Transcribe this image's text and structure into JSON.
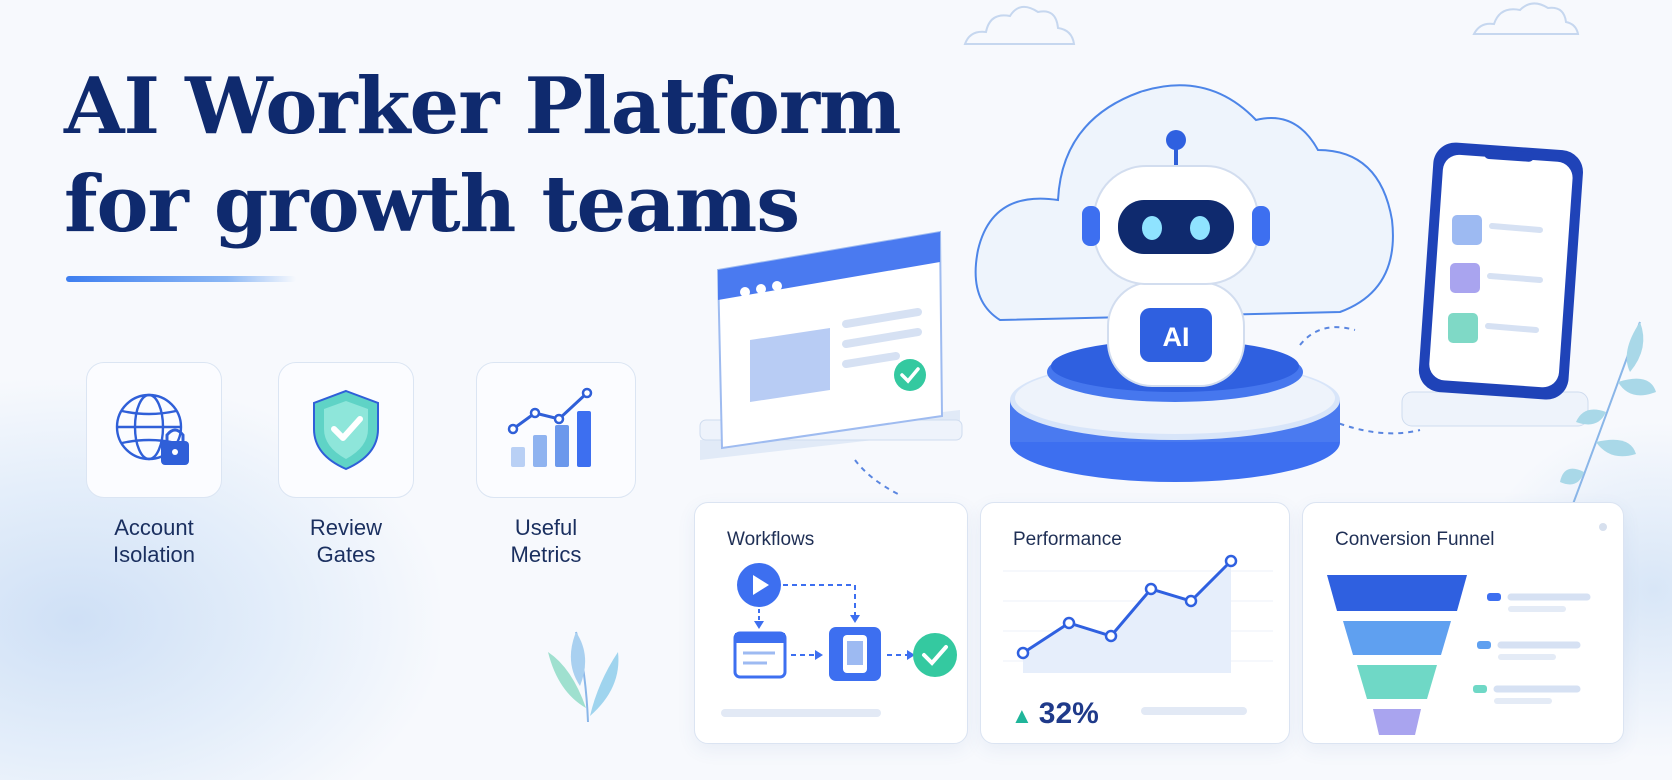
{
  "hero": {
    "title_line1": "AI Worker Platform",
    "title_line2": "for growth teams"
  },
  "features": [
    {
      "label_line1": "Account",
      "label_line2": "Isolation",
      "icon": "globe-lock-icon"
    },
    {
      "label_line1": "Review",
      "label_line2": "Gates",
      "icon": "shield-check-icon"
    },
    {
      "label_line1": "Useful",
      "label_line2": "Metrics",
      "icon": "bar-chart-icon"
    }
  ],
  "robot": {
    "badge": "AI"
  },
  "cards": {
    "workflows": {
      "title": "Workflows"
    },
    "performance": {
      "title": "Performance",
      "metric": "32%"
    },
    "funnel": {
      "title": "Conversion Funnel"
    }
  },
  "colors": {
    "navy": "#0f2a6e",
    "accent_blue": "#3d6ff0",
    "light_blue": "#c9dcf7",
    "teal": "#3fcab3",
    "green_check": "#34c9a0"
  }
}
